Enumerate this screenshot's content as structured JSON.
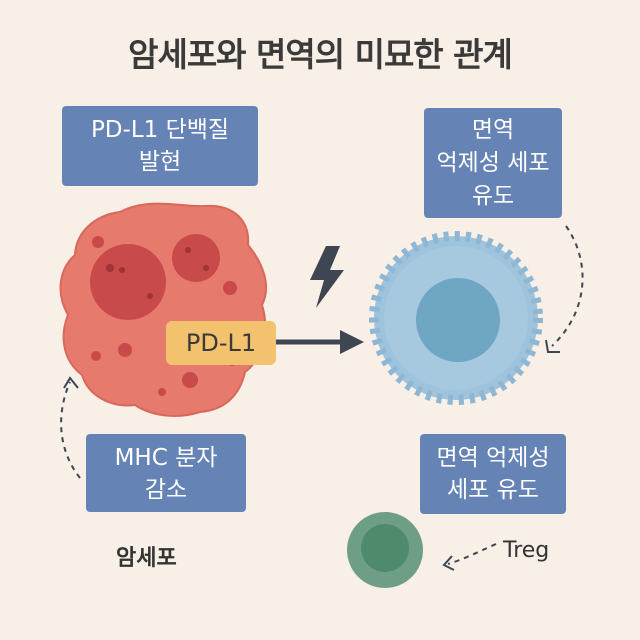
{
  "title": "암세포와 면역의 미묘한 관계",
  "boxes": {
    "pdl1_expression": [
      "PD-L1 단백질",
      "발현"
    ],
    "suppressor_induction": [
      "면역",
      "억제성 세포",
      "유도"
    ],
    "mhc_reduction": [
      "MHC 분자",
      "감소"
    ],
    "suppressor_induction_bottom": [
      "면역 억제성",
      "세포 유도"
    ]
  },
  "pdl1_tag": "PD-L1",
  "labels": {
    "cancer_cell": "암세포",
    "treg": "Treg"
  },
  "colors": {
    "background": "#f8efe6",
    "box": "#6683b6",
    "cancer_cell": "#e67a6c",
    "immune_cell": "#9ec3dc",
    "treg_cell": "#6f9e86",
    "pdl1_tag": "#f3c26f"
  },
  "icons": [
    "lightning-icon",
    "arrow-right-icon",
    "dashed-arrow-icon"
  ]
}
